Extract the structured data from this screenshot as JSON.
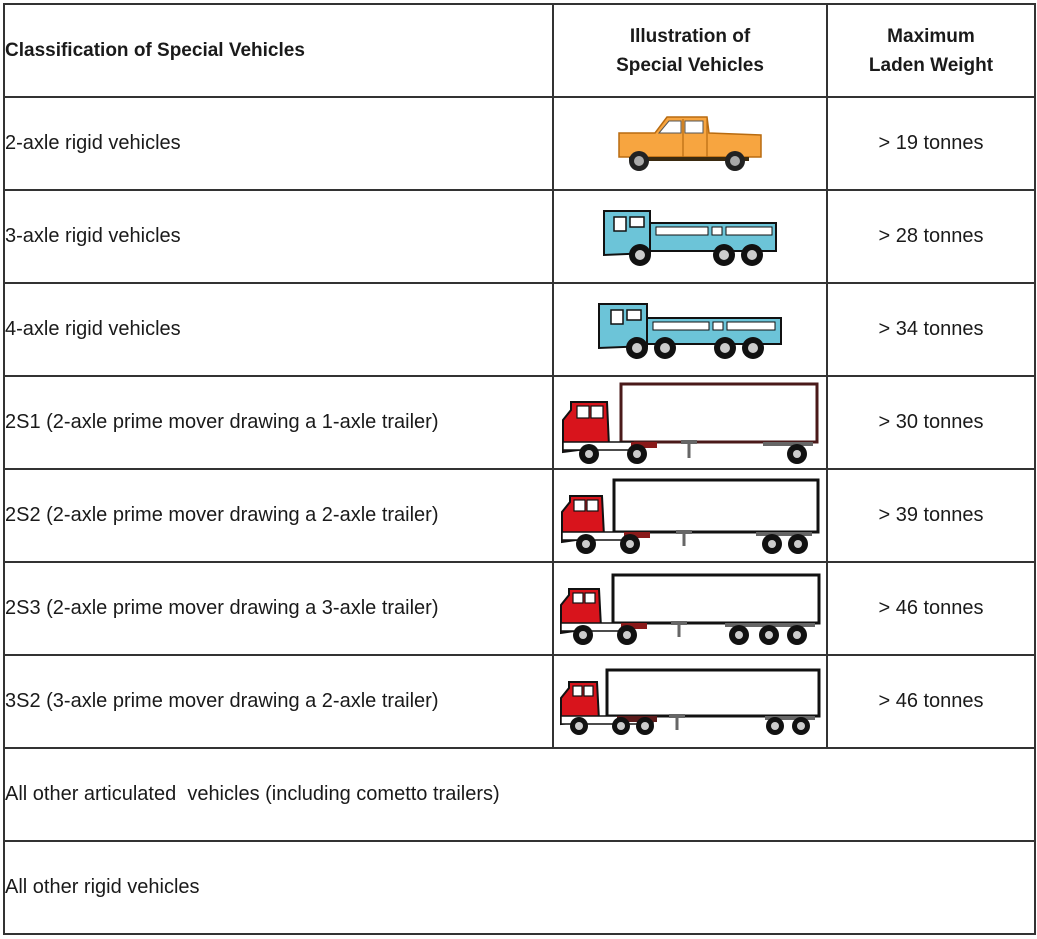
{
  "table": {
    "headers": {
      "classification": "Classification of Special Vehicles",
      "illustration_line1": "Illustration of",
      "illustration_line2": "Special Vehicles",
      "weight_line1": "Maximum",
      "weight_line2": "Laden Weight"
    },
    "rows": [
      {
        "classification": "2-axle rigid vehicles",
        "illustration": "orange-pickup-truck-icon",
        "max_laden_weight": "> 19 tonnes"
      },
      {
        "classification": "3-axle rigid vehicles",
        "illustration": "blue-3-axle-flatbed-truck-icon",
        "max_laden_weight": "> 28 tonnes"
      },
      {
        "classification": "4-axle rigid vehicles",
        "illustration": "blue-4-axle-flatbed-truck-icon",
        "max_laden_weight": "> 34 tonnes"
      },
      {
        "classification": "2S1 (2-axle prime mover drawing a 1-axle trailer)",
        "illustration": "red-tractor-1-axle-trailer-icon",
        "max_laden_weight": "> 30 tonnes"
      },
      {
        "classification": "2S2 (2-axle prime mover drawing a 2-axle trailer)",
        "illustration": "red-tractor-2-axle-trailer-icon",
        "max_laden_weight": "> 39 tonnes"
      },
      {
        "classification": "2S3 (2-axle prime mover drawing a 3-axle trailer)",
        "illustration": "red-tractor-3-axle-trailer-icon",
        "max_laden_weight": "> 46 tonnes"
      },
      {
        "classification": "3S2 (3-axle prime mover drawing a 2-axle trailer)",
        "illustration": "red-3-axle-tractor-2-axle-trailer-icon",
        "max_laden_weight": "> 46 tonnes"
      }
    ],
    "full_width_rows": [
      {
        "classification": "All other articulated  vehicles (including cometto trailers)"
      },
      {
        "classification": "All other rigid vehicles"
      }
    ]
  },
  "colors": {
    "border": "#333333",
    "pickup_orange": "#f7a540",
    "truck_blue": "#6cc4d8",
    "tractor_red": "#d8141c",
    "trailer_outline": "#4a1a1a"
  }
}
